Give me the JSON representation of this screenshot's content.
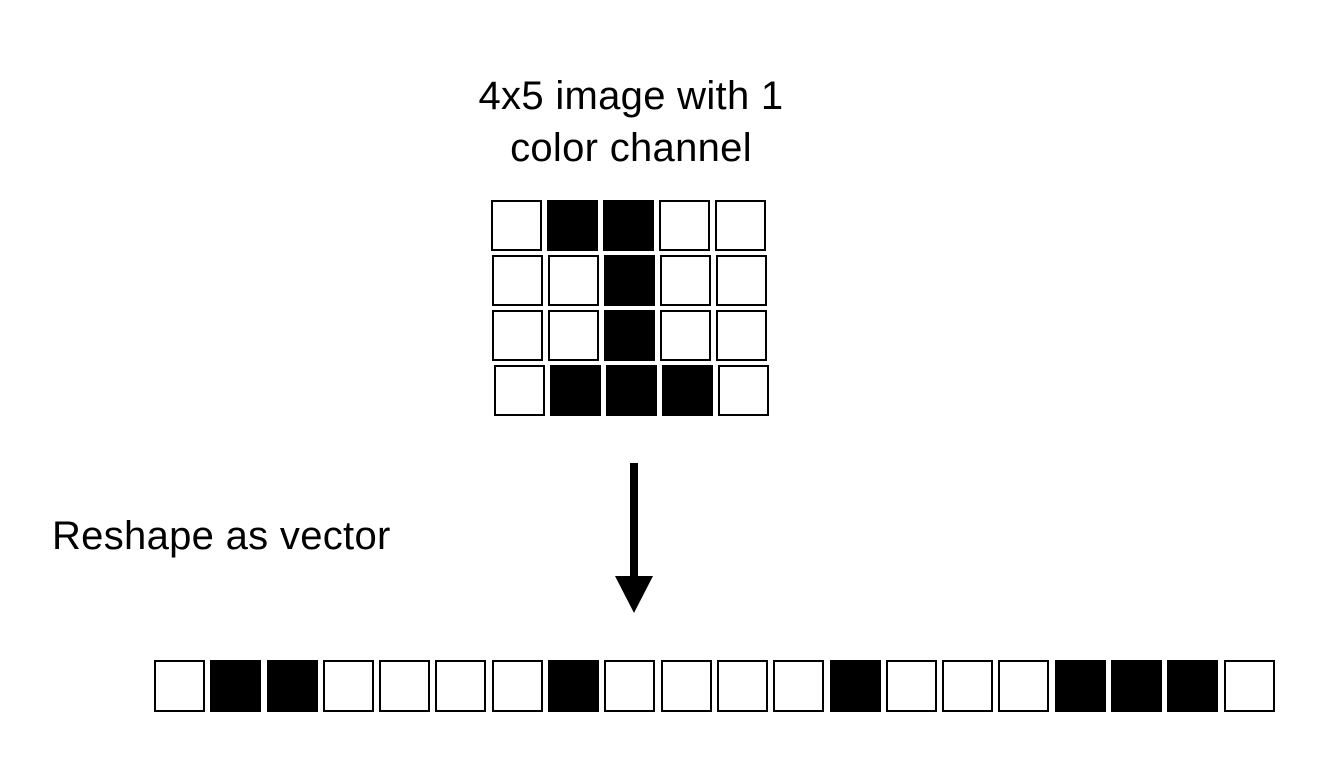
{
  "title": {
    "line1": "4x5 image with 1",
    "line2": "color channel"
  },
  "image_grid": [
    [
      0,
      1,
      1,
      0,
      0
    ],
    [
      0,
      0,
      1,
      0,
      0
    ],
    [
      0,
      0,
      1,
      0,
      0
    ],
    [
      0,
      1,
      1,
      1,
      0
    ]
  ],
  "arrow_label": "Reshape as vector",
  "vector": [
    0,
    1,
    1,
    0,
    0,
    0,
    0,
    1,
    0,
    0,
    0,
    0,
    1,
    0,
    0,
    0,
    1,
    1,
    1,
    0
  ],
  "colors": {
    "filled": "#000000",
    "empty": "#ffffff"
  }
}
